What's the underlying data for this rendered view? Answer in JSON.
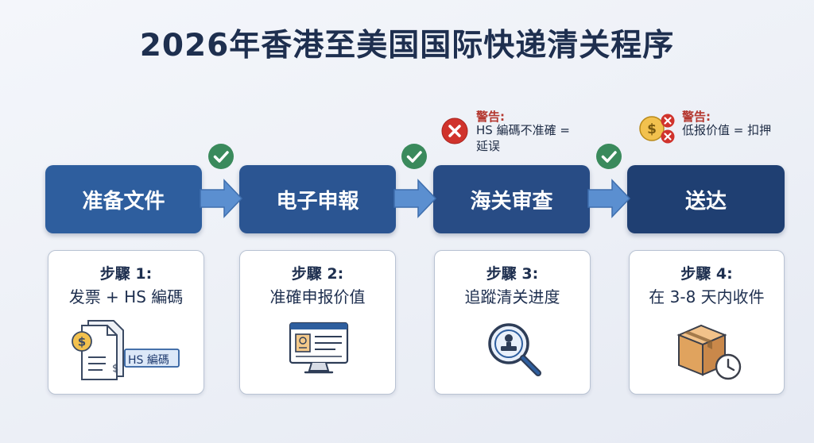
{
  "title": "2026年香港至美国国际快递清关程序",
  "steps": [
    {
      "label": "准备文件",
      "color": "#2e5e9e",
      "card_label": "步驟 1:",
      "card_desc": "发票 + HS 編碼",
      "icon": "invoice-document-icon"
    },
    {
      "label": "电子申報",
      "color": "#2b5592",
      "card_label": "步驟 2:",
      "card_desc": "准確申报价值",
      "icon": "computer-monitor-icon"
    },
    {
      "label": "海关审查",
      "color": "#284c85",
      "card_label": "步驟 3:",
      "card_desc": "追蹤清关进度",
      "icon": "magnifier-icon"
    },
    {
      "label": "送达",
      "color": "#1f3f72",
      "card_label": "步驟 4:",
      "card_desc": "在 3-8 天内收件",
      "icon": "package-clock-icon"
    }
  ],
  "hs_tag": "HS 編碼",
  "warnings": [
    {
      "title": "警告:",
      "text_line1": "HS 編碼不准確 =",
      "text_line2": "延误",
      "icon": "error-x-icon"
    },
    {
      "title": "警告:",
      "text_line1": "低报价值 = 扣押",
      "icon": "money-warning-icon"
    }
  ],
  "colors": {
    "arrow": "#5b8fd0",
    "check": "#3a8a5c",
    "warn_red": "#d0332c",
    "coin": "#f2c14e"
  }
}
